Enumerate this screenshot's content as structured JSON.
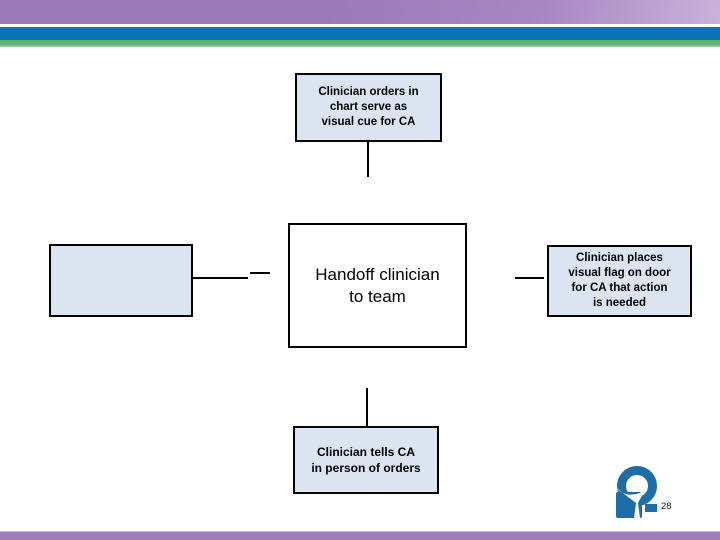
{
  "slide": {
    "page_number": "28"
  },
  "theme": {
    "header_purple": "#9b7ab8",
    "header_blue": "#0b72b8",
    "header_green": "#5cb571",
    "footer_purple": "#9d7fba",
    "box_fill_light_blue": "#dbe5f1",
    "box_fill_white": "#ffffff",
    "box_border": "#000000",
    "logo_blue": "#1e6ca8"
  },
  "diagram": {
    "top_box": {
      "lines": [
        "Clinician orders in",
        "chart serve as",
        "visual cue for CA"
      ]
    },
    "left_box": {
      "lines": []
    },
    "center_box": {
      "lines": [
        "Handoff clinician",
        "to team"
      ]
    },
    "right_box": {
      "lines": [
        "Clinician places",
        "visual flag on door",
        "for CA that action",
        "is needed"
      ]
    },
    "bottom_box": {
      "lines": [
        "Clinician tells CA",
        "in person of orders"
      ]
    }
  },
  "logo": {
    "icon": "q-omega-logo"
  }
}
